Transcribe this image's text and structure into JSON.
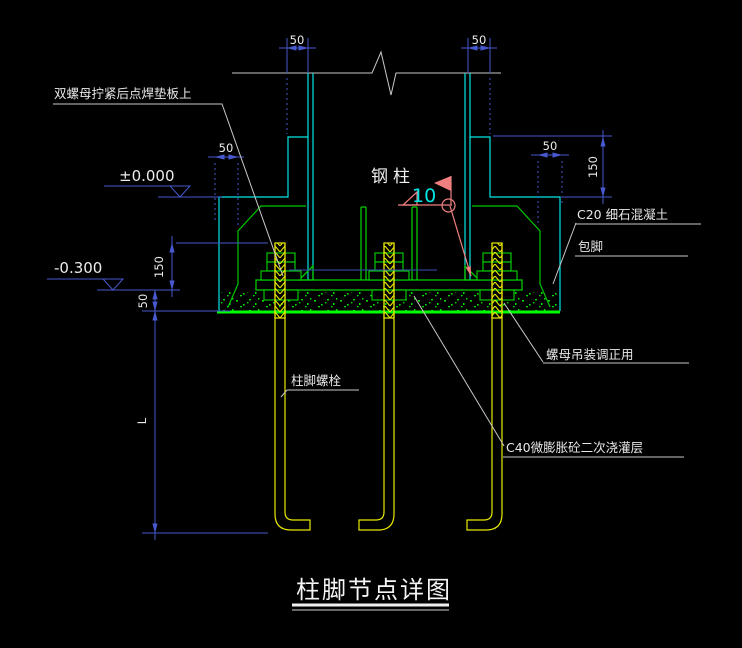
{
  "title": {
    "text": "柱脚节点详图"
  },
  "labels": {
    "weld_note": "双螺母拧紧后点焊垫板上",
    "steel_column": "钢柱",
    "weld_size": "10",
    "c20_concrete": "C20 细石混凝土",
    "wrap_foot": "包脚",
    "nut_adjust": "螺母吊装调正用",
    "anchor_bolt": "柱脚螺栓",
    "c40_grout": "C40微膨胀砼二次浇灌层"
  },
  "levels": {
    "ground": "±0.000",
    "base": "-0.300"
  },
  "dims": {
    "fifty": "50",
    "one_fifty": "150",
    "bolt_length": "L"
  },
  "colors": {
    "background": "#000000",
    "structure_green": "#00C800",
    "bright_green": "#00FF00",
    "flange_cyan": "#00E5E5",
    "bolt_yellow": "#E8E800",
    "dimension_blue": "#4858CE",
    "annotation_white": "#E0E0E0",
    "weld_pink": "#F08080"
  }
}
